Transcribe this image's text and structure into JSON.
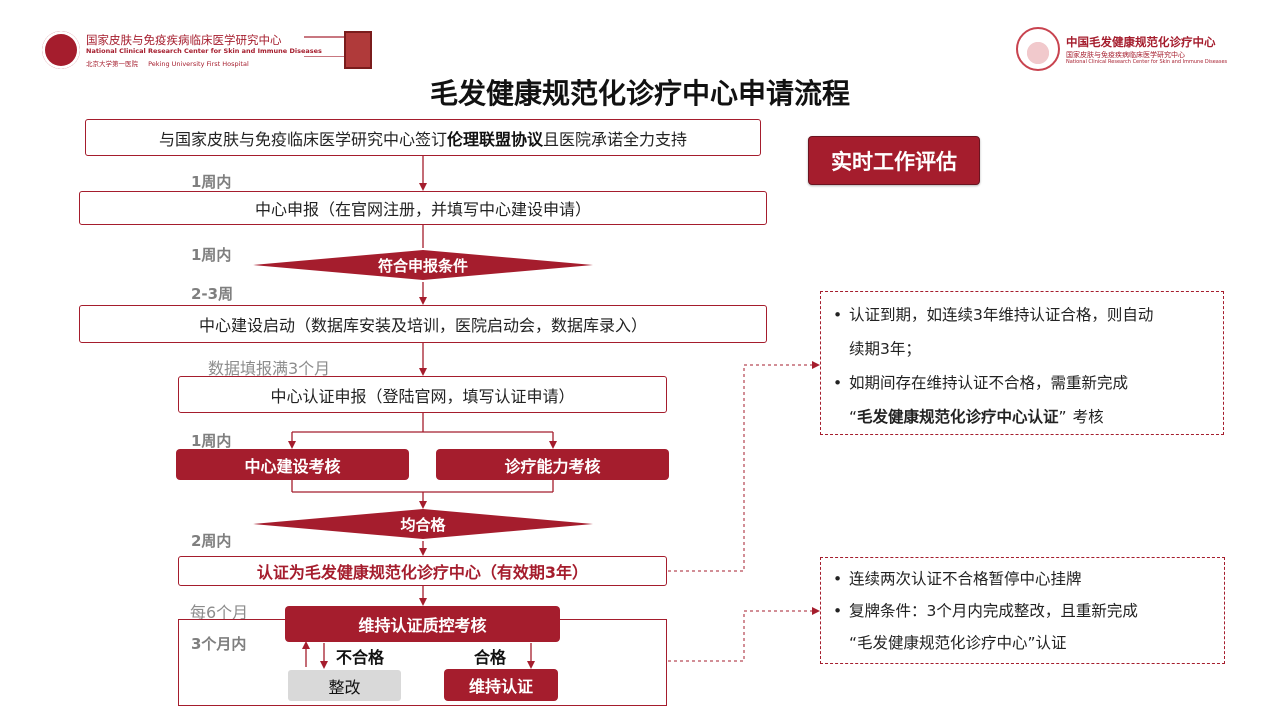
{
  "header": {
    "left_logo": {
      "cn": "国家皮肤与免疫疾病临床医学研究中心",
      "en": "National Clinical Research Center for Skin and Immune Diseases",
      "hospital_cn": "北京大学第一医院",
      "hospital_en": "Peking University First Hospital"
    },
    "right_logo": {
      "cn": "中国毛发健康规范化诊疗中心",
      "sub": "国家皮肤与免疫疾病临床医学研究中心",
      "en": "National Clinical Research Center for Skin and Immune Diseases"
    }
  },
  "title": "毛发健康规范化诊疗中心申请流程",
  "side_badge": "实时工作评估",
  "flow": {
    "step1_pre": "与国家皮肤与免疫临床医学研究中心签订",
    "step1_bold": "伦理联盟协议",
    "step1_post": "且医院承诺全力支持",
    "t1": "1周内",
    "step2": "中心申报（在官网注册，并填写中心建设申请）",
    "t2": "1周内",
    "decision1": "符合申报条件",
    "t3": "2-3周",
    "step3": "中心建设启动（数据库安装及培训，医院启动会，数据库录入）",
    "t4": "数据填报满3个月",
    "step4": "中心认证申报（登陆官网，填写认证申请）",
    "t5": "1周内",
    "review_a": "中心建设考核",
    "review_b": "诊疗能力考核",
    "decision2": "均合格",
    "t6": "2周内",
    "cert": "认证为毛发健康规范化诊疗中心（有效期3年）",
    "t7": "每6个月",
    "maintain": "维持认证质控考核",
    "t8": "3个月内",
    "fail": "不合格",
    "pass": "合格",
    "rectify": "整改",
    "keep": "维持认证"
  },
  "notes": {
    "note1": {
      "item1_line1": "认证到期，如连续3年维持认证合格，则自动",
      "item1_line2": "续期3年；",
      "item2_line1": "如期间存在维持认证不合格，需重新完成",
      "item2_q_open": "“",
      "item2_bold": "毛发健康规范化诊疗中心认证",
      "item2_q_close": "”",
      "item2_tail": "考核"
    },
    "note2": {
      "item1": "连续两次认证不合格暂停中心挂牌",
      "item2_line1": "复牌条件：3个月内完成整改，且重新完成",
      "item2_line2": "“毛发健康规范化诊疗中心”认证"
    }
  },
  "colors": {
    "accent": "#a51d2d",
    "gray_box": "#d9d9d9",
    "label_gray": "#7f7f7f"
  }
}
